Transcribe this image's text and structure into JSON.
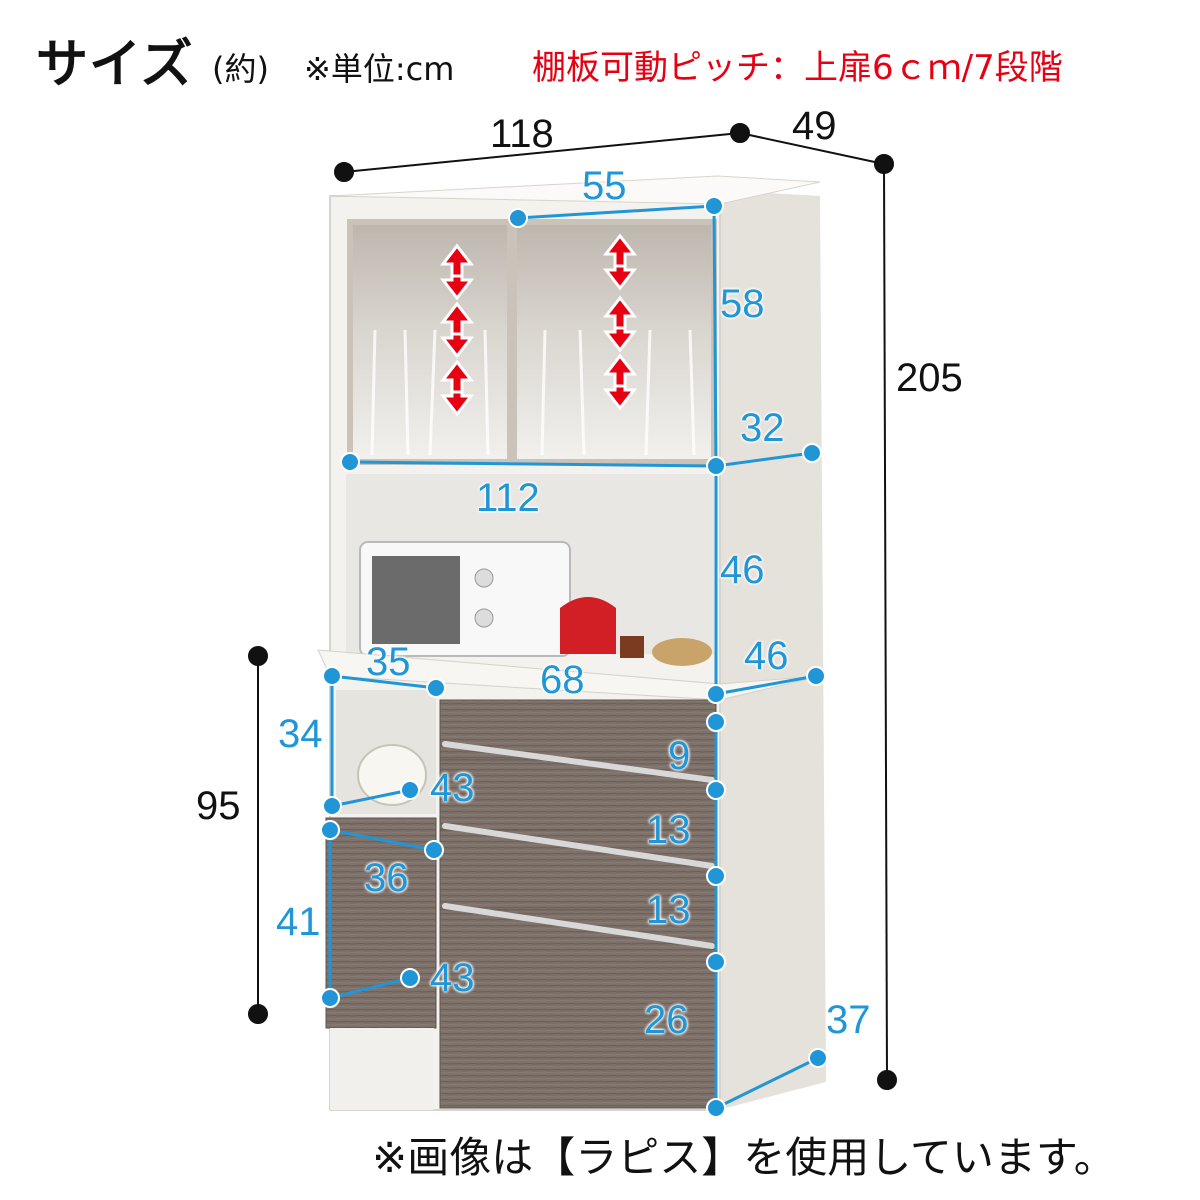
{
  "header": {
    "title": "サイズ",
    "paren": "(約)",
    "unit": "※単位:cm",
    "pitch_note": "棚板可動ピッチ：上扉6ｃｍ/7段階"
  },
  "outer_dimensions": {
    "width": "118",
    "depth": "49",
    "height": "205",
    "counter_height": "95"
  },
  "inner_dimensions": {
    "upper_width": "55",
    "upper_height": "58",
    "upper_depth": "32",
    "middle_width": "112",
    "middle_height": "46",
    "middle_depth": "46",
    "open_niche_width": "35",
    "drawer_width": "68",
    "open_niche_height": "34",
    "open_niche_depth": "43",
    "drawer1_height": "9",
    "drawer2_height": "13",
    "drawer3_height": "13",
    "drawer4_height": "26",
    "door_width": "36",
    "door_height": "41",
    "door_depth": "43",
    "drawer_depth": "37"
  },
  "footnote": "※画像は【ラピス】を使用しています。",
  "colors": {
    "accent_blue": "#2196d6",
    "pitch_red": "#e60012",
    "wood": "#7a6e66",
    "cabinet_white": "#f1efea"
  }
}
